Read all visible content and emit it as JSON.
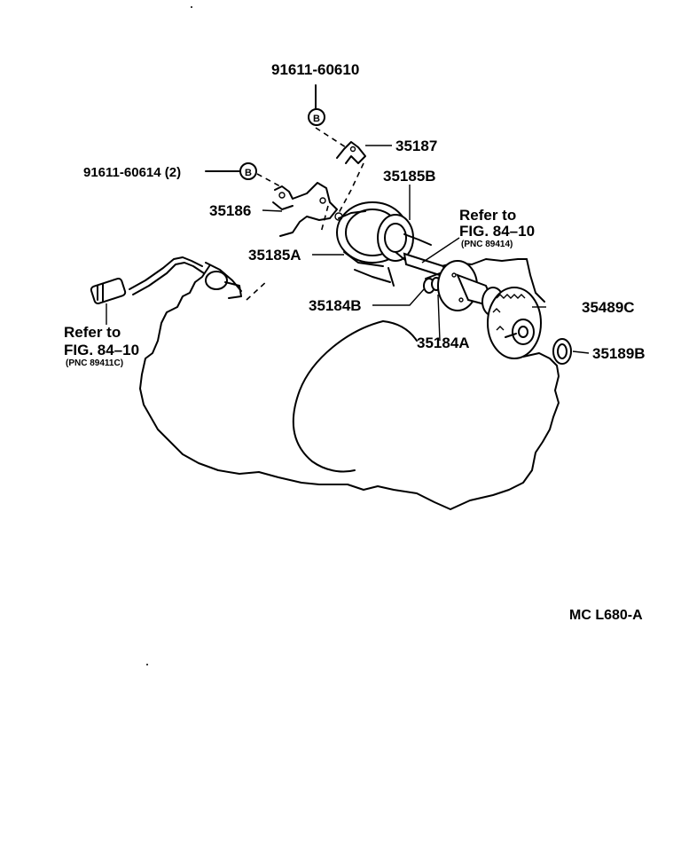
{
  "diagram": {
    "labels": {
      "bolt_top": "91611-60610",
      "bolt_left": "91611-60614 (2)",
      "plate": "35187",
      "shaft_bearing": "35185B",
      "bracket": "35186",
      "shaft_a": "35185A",
      "bushing_b": "35184B",
      "bushing_a": "35184A",
      "gear": "35489C",
      "ring": "35189B"
    },
    "bolt_mark": "B",
    "refer_right": {
      "line1": "Refer to",
      "line2": "FIG. 84–10",
      "line3": "(PNC 89414)"
    },
    "refer_left": {
      "line1": "Refer to",
      "line2": "FIG. 84–10",
      "line3": "(PNC 89411C)"
    },
    "figure_code": "MC L680-A"
  }
}
